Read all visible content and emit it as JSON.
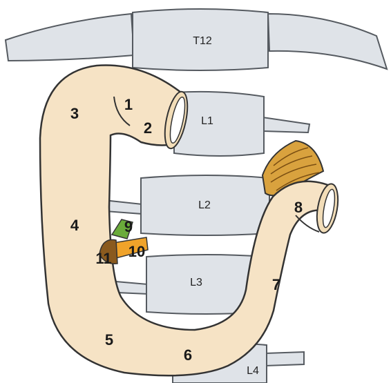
{
  "vertebra_labels": {
    "t12": "T12",
    "l1": "L1",
    "l2": "L2",
    "l3": "L3",
    "l4": "L4"
  },
  "region_numbers": {
    "n1": "1",
    "n2": "2",
    "n3": "3",
    "n4": "4",
    "n5": "5",
    "n6": "6",
    "n7": "7",
    "n8": "8",
    "n9": "9",
    "n10": "10",
    "n11": "11"
  },
  "colors": {
    "bone": "#dfe3e8",
    "bone_stroke": "#555a60",
    "bowel": "#f6e3c5",
    "bowel_stroke": "#333333",
    "bowel_lumen": "#f2ddb8",
    "jejunum": "#d9a23e",
    "green_vessel": "#6aab3a",
    "orange_vessel": "#f0a32a",
    "brown_vessel": "#8a5a1e"
  }
}
